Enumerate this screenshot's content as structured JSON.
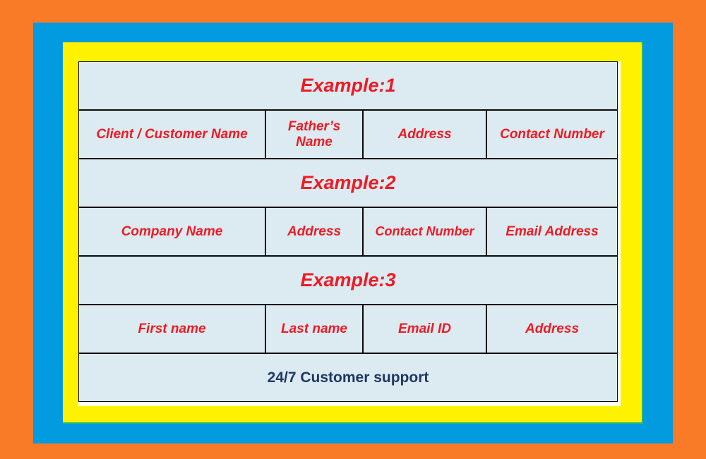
{
  "colors": {
    "outer_frame": "#F97B28",
    "mid_frame": "#039BE0",
    "inner_frame": "#FFF200",
    "cell_background": "#DCEAF1",
    "heading_text": "#EE1B24",
    "footer_text": "#1F3864",
    "cell_border": "#0A0A0A"
  },
  "table": {
    "rows": [
      {
        "type": "banner",
        "name": "example-1-banner",
        "text": "Example:1"
      },
      {
        "type": "headers",
        "name": "example-1-headers",
        "cells": [
          "Client / Customer Name",
          "Father’s Name",
          "Address",
          "Contact Number"
        ]
      },
      {
        "type": "banner",
        "name": "example-2-banner",
        "text": "Example:2"
      },
      {
        "type": "headers",
        "name": "example-2-headers",
        "cells": [
          "Company Name",
          "Address",
          "Contact Number",
          "Email Address"
        ]
      },
      {
        "type": "banner",
        "name": "example-3-banner",
        "text": "Example:3"
      },
      {
        "type": "headers",
        "name": "example-3-headers",
        "cells": [
          "First name",
          "Last name",
          "Email ID",
          "Address"
        ]
      },
      {
        "type": "footer",
        "name": "customer-support-note",
        "text": "24/7 Customer support"
      }
    ]
  }
}
